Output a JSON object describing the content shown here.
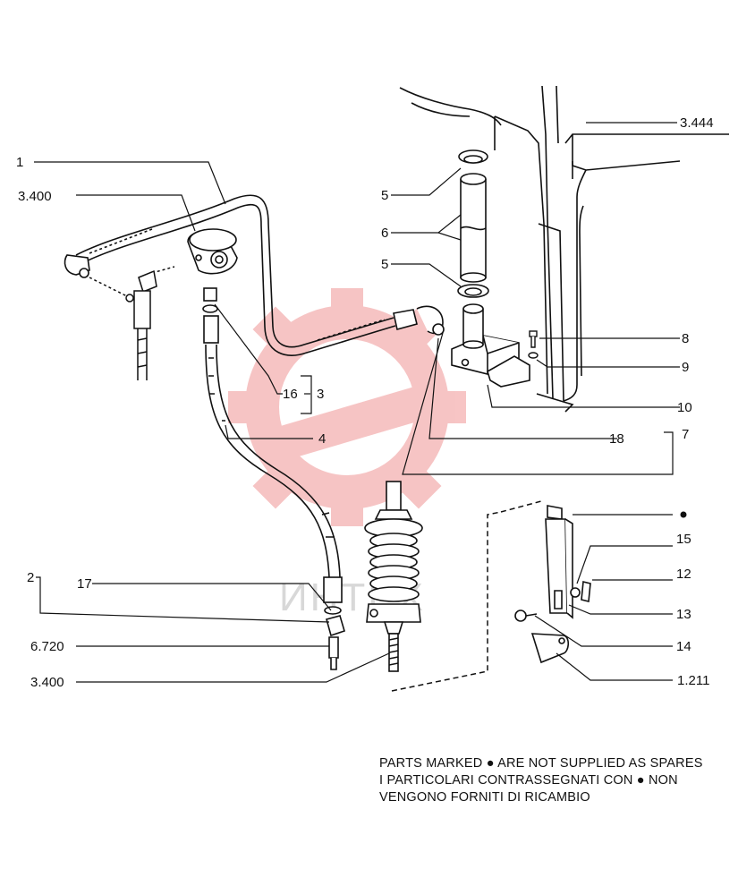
{
  "labels": {
    "l1": "1",
    "l3400a": "3.400",
    "l3444": "3.444",
    "l5a": "5",
    "l6": "6",
    "l5b": "5",
    "l8": "8",
    "l9": "9",
    "l10": "10",
    "l16": "16",
    "l3": "3",
    "l4": "4",
    "l18": "18",
    "l7": "7",
    "l15": "15",
    "l12": "12",
    "l13": "13",
    "l14": "14",
    "l1211": "1.211",
    "l2": "2",
    "l17": "17",
    "l6720": "6.720",
    "l3400b": "3.400"
  },
  "note": {
    "line1": "PARTS MARKED ● ARE NOT SUPPLIED AS SPARES",
    "line2": "I PARTICOLARI CONTRASSEGNATI CON ● NON",
    "line3": "VENGONO FORNITI DI RICAMBIO"
  },
  "watermark": {
    "text": "ИНТЕХ",
    "color": "#e85a5a"
  },
  "colors": {
    "ink": "#111111",
    "watermark": "#f2b8b8"
  }
}
